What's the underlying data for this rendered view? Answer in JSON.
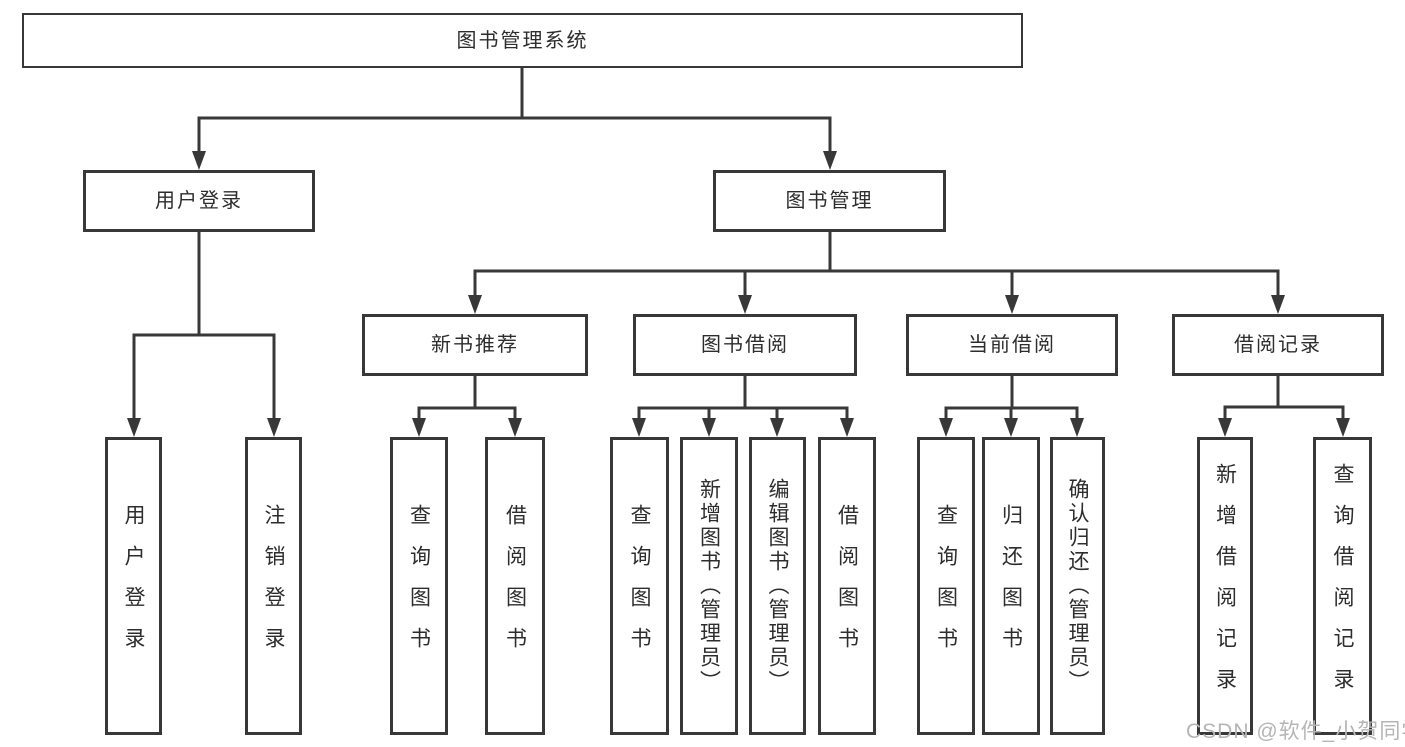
{
  "diagram_title": "图书管理系统",
  "tree": {
    "root": {
      "label": "图书管理系统",
      "children": [
        {
          "label": "用户登录",
          "children": [
            {
              "label": "用户登录"
            },
            {
              "label": "注销登录"
            }
          ]
        },
        {
          "label": "图书管理",
          "children": [
            {
              "label": "新书推荐",
              "children": [
                {
                  "label": "查询图书"
                },
                {
                  "label": "借阅图书"
                }
              ]
            },
            {
              "label": "图书借阅",
              "children": [
                {
                  "label": "查询图书"
                },
                {
                  "label": "新增图书（管理员）"
                },
                {
                  "label": "编辑图书（管理员）"
                },
                {
                  "label": "借阅图书"
                }
              ]
            },
            {
              "label": "当前借阅",
              "children": [
                {
                  "label": "查询图书"
                },
                {
                  "label": "归还图书"
                },
                {
                  "label": "确认归还（管理员）"
                }
              ]
            },
            {
              "label": "借阅记录",
              "children": [
                {
                  "label": "新增借阅记录"
                },
                {
                  "label": "查询借阅记录"
                }
              ]
            }
          ]
        }
      ]
    }
  },
  "watermark": {
    "text": "CSDN @软件_小贺同学"
  },
  "colors": {
    "line": "#383838",
    "box_border": "#383838",
    "text": "#2d2d2d",
    "watermark": "#b5b5b5",
    "background": "#ffffff"
  }
}
